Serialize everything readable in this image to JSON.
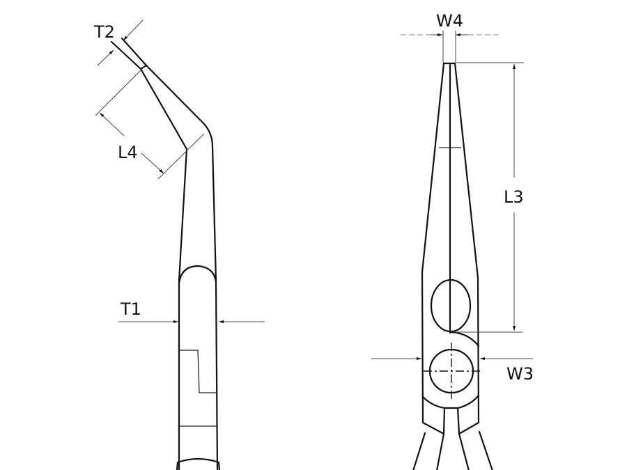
{
  "labels": {
    "t2": "T2",
    "l4": "L4",
    "t1": "T1",
    "w4": "W4",
    "l3": "L3",
    "w3": "W3"
  },
  "colors": {
    "line": "#111111",
    "background": "#ffffff"
  }
}
